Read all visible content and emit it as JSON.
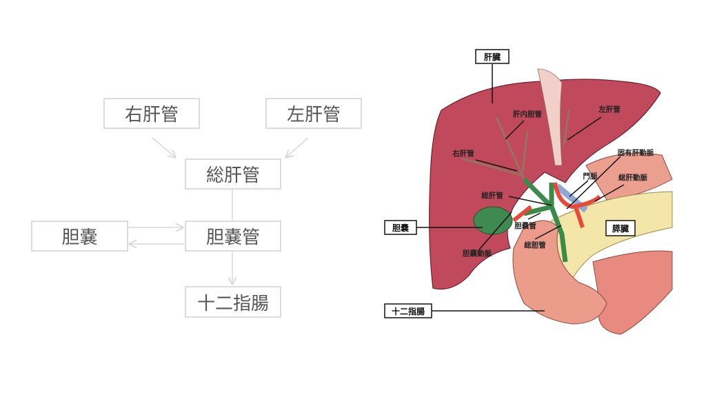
{
  "flowchart": {
    "right_hepatic_duct": "右肝管",
    "left_hepatic_duct": "左肝管",
    "common_hepatic_duct": "総肝管",
    "gallbladder": "胆嚢",
    "cystic_duct": "胆嚢管",
    "duodenum": "十二指腸"
  },
  "illustration": {
    "liver": "肝臓",
    "gallbladder": "胆嚢",
    "pancreas": "膵臓",
    "duodenum": "十二指腸",
    "intrahepatic_bile_duct": "肝内胆管",
    "left_hepatic_duct": "左肝管",
    "right_hepatic_duct": "右肝管",
    "proper_hepatic_artery": "固有肝動脈",
    "portal_vein": "門脈",
    "common_hepatic_artery": "総肝動脈",
    "common_hepatic_duct": "総肝管",
    "cystic_duct": "胆嚢管",
    "common_bile_duct": "総胆管",
    "cystic_artery": "胆嚢動脈"
  }
}
